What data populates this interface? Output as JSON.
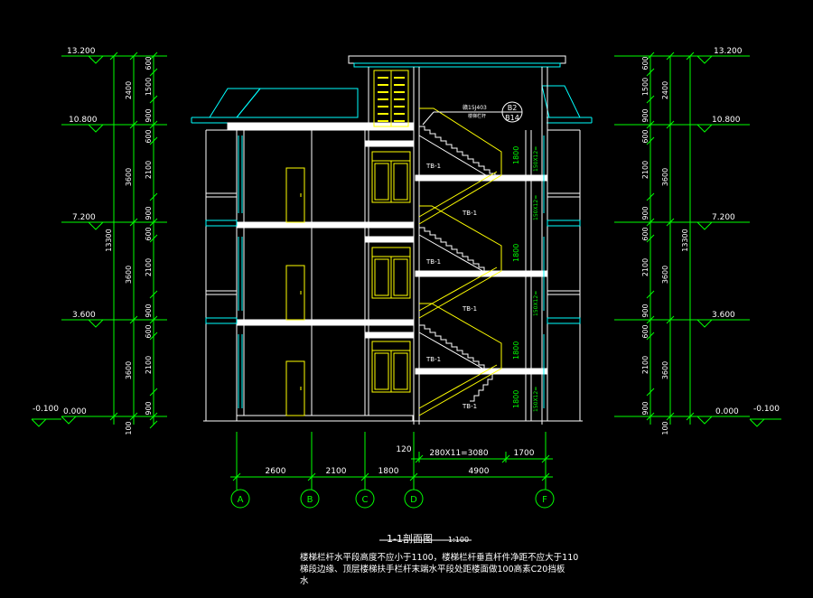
{
  "colors": {
    "background": "#000000",
    "dimension": "#00ff00",
    "wall": "#ffffff",
    "slab": "#ffffff",
    "cyan": "#00ffff",
    "yellow": "#ffff00",
    "text_white": "#ffffff"
  },
  "elevations": {
    "left": [
      "13.200",
      "10.800",
      "7.200",
      "3.600",
      "0.000",
      "-0.100"
    ],
    "right": [
      "13.200",
      "10.800",
      "7.200",
      "3.600",
      "0.000",
      "-0.100"
    ]
  },
  "vertical_dims": {
    "outer": [
      "600",
      "1500",
      "2400",
      "900",
      "600",
      "2100",
      "3600",
      "900",
      "600",
      "2100",
      "3600",
      "900",
      "600",
      "2100",
      "3600",
      "900",
      "100"
    ],
    "total": "13300"
  },
  "stair_dims": [
    "1800",
    "1800",
    "1800",
    "1800"
  ],
  "stair_sub": [
    "150X12=",
    "150X12=",
    "150X12=",
    "150X12="
  ],
  "stair_labels": [
    "TB-1",
    "TB-1",
    "TB-1",
    "TB-1",
    "TB-1",
    "TB-1"
  ],
  "callout": {
    "ref": "B2",
    "sheet": "B14",
    "spec": "赣15J403",
    "sub": "楼梯栏杆"
  },
  "horizontal_dims": {
    "bays": [
      "2600",
      "2100",
      "1800"
    ],
    "stair": [
      "280X11=3080",
      "1700"
    ],
    "stair_total": "4900",
    "offset": "120"
  },
  "axes": [
    "A",
    "B",
    "C",
    "D",
    "F"
  ],
  "title": "1-1剖面图",
  "scale": "1:100",
  "note": "楼梯栏杆水平段高度不应小于1100，楼梯栏杆垂直杆件净距不应大于110\n梯段边缘、顶层楼梯扶手栏杆末端水平段处距楼面做100高素C20挡板\n水"
}
